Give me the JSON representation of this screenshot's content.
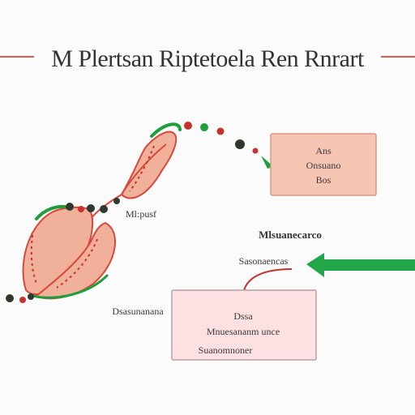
{
  "title": "M Plertsan Riptetoela Ren Rnrart",
  "labels": {
    "helix_label": "Ml:pusf",
    "top_box_line1": "Ans",
    "top_box_line2": "Onsuano",
    "top_box_line3": "Bos",
    "mid_label_1": "Mlsuanecarco",
    "mid_label_2": "Sasonaencas",
    "bottom_box_line1": "Dssa",
    "bottom_box_line2": "Mnuesananm unce",
    "bottom_box_line3": "Suanomnoner",
    "left_label": "Dsasunanana"
  },
  "colors": {
    "title_rule": "#e0594f",
    "strand_fill": "#f0b09a",
    "strand_stroke": "#d9473d",
    "green": "#1e9e3c",
    "dark_node": "#2f3a2f",
    "red_node": "#c8322e",
    "top_box_fill": "#f6c4b2",
    "bottom_box_fill": "#fde0e2",
    "arrow_green": "#22a64a"
  }
}
